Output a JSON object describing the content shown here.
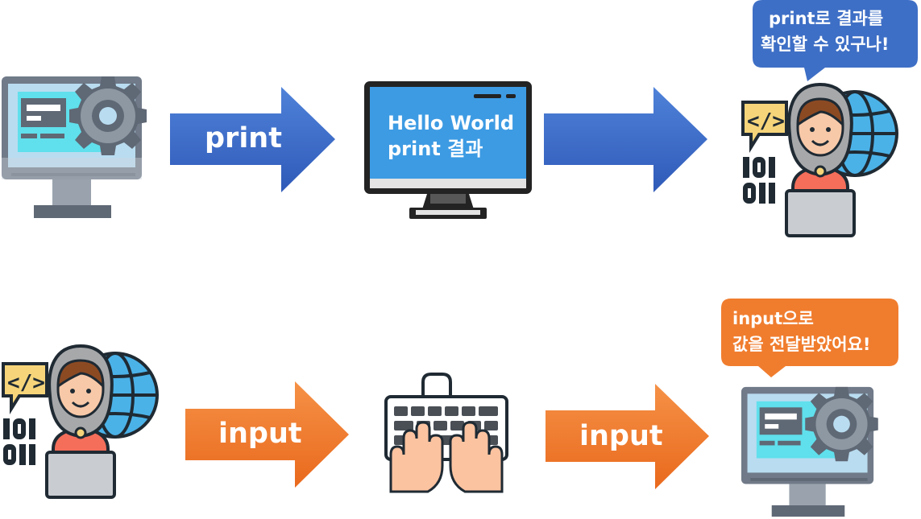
{
  "top_row": {
    "arrow1_label": "print",
    "screen_line1": "Hello World",
    "screen_line2": "print 결과",
    "bubble_line1": "print로 결과를",
    "bubble_line2": "확인할 수 있구나!"
  },
  "bottom_row": {
    "arrow1_label": "input",
    "arrow2_label": "input",
    "bubble_line1": "input으로",
    "bubble_line2": "값을 전달받았어요!"
  },
  "colors": {
    "blue_arrow": "#3a67c7",
    "orange_arrow": "#ef7a2b",
    "bubble_blue": "#3e6fc6",
    "bubble_orange": "#f07d2e"
  },
  "icons": [
    "computer-gear-icon",
    "monitor-icon",
    "developer-icon",
    "keyboard-hands-icon"
  ]
}
